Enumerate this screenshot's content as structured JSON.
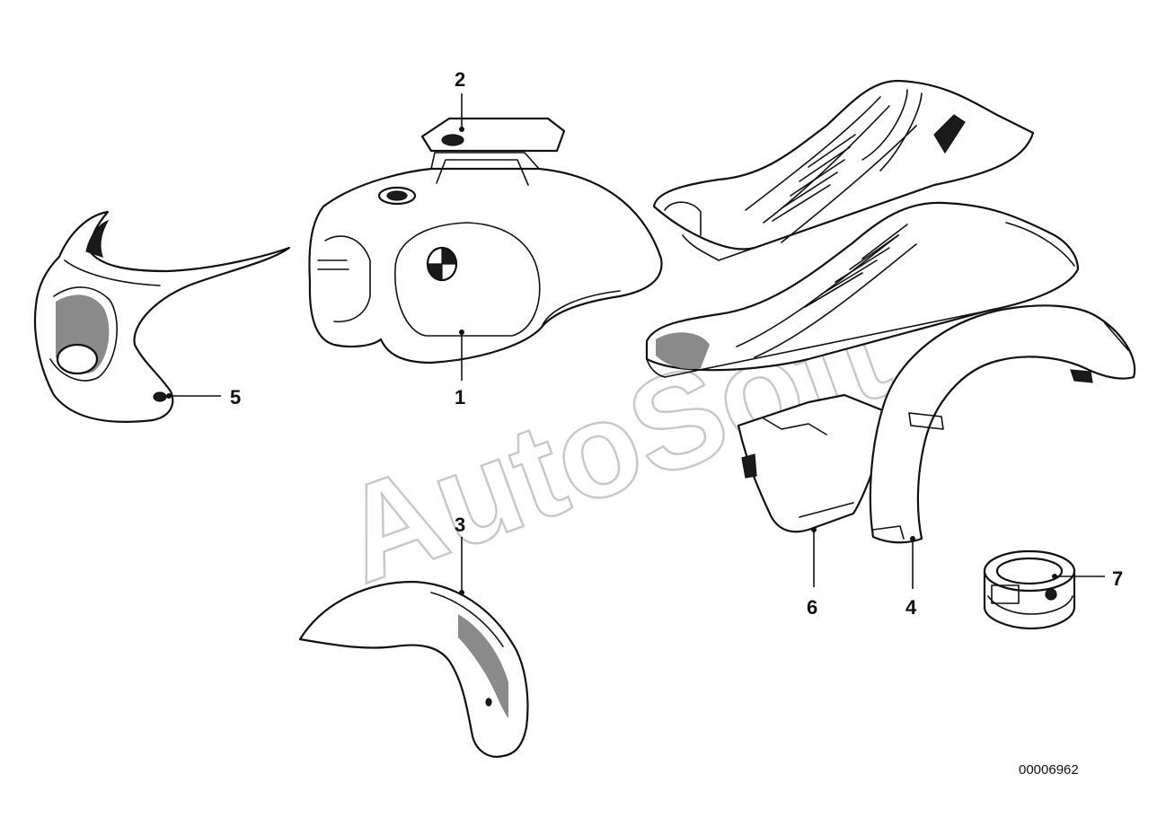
{
  "diagram": {
    "callouts": [
      {
        "id": "1",
        "label": "1"
      },
      {
        "id": "2",
        "label": "2"
      },
      {
        "id": "3",
        "label": "3"
      },
      {
        "id": "4",
        "label": "4"
      },
      {
        "id": "5",
        "label": "5"
      },
      {
        "id": "6",
        "label": "6"
      },
      {
        "id": "7",
        "label": "7"
      }
    ],
    "watermark": "AutoSoft",
    "reference_number": "00006962"
  }
}
